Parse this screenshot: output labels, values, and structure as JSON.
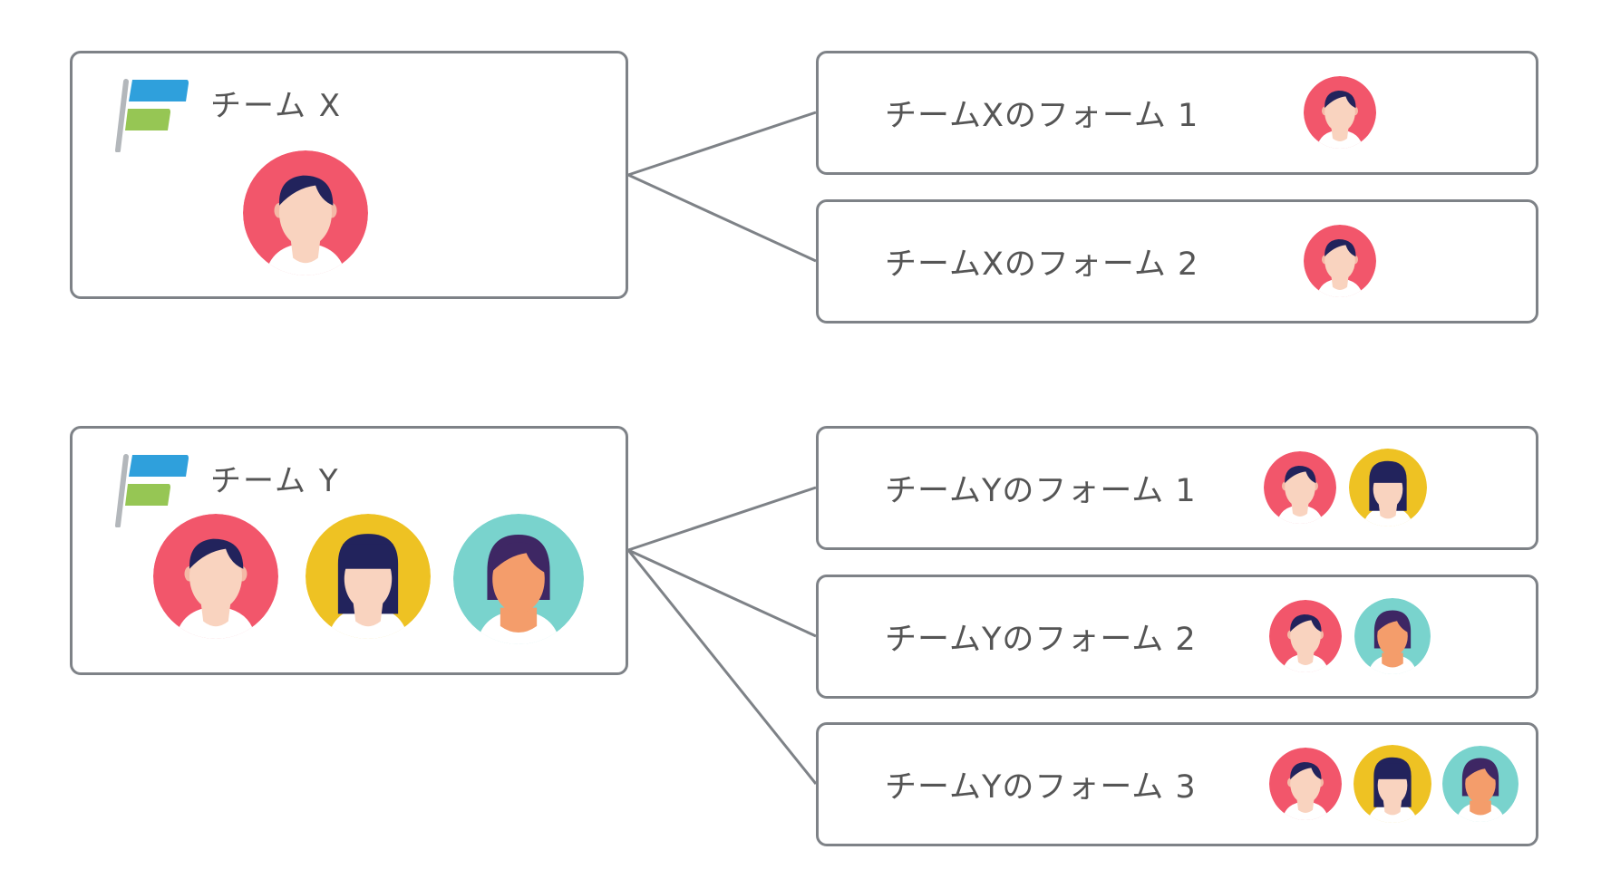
{
  "teams": [
    {
      "title": "チーム X",
      "members": [
        "male"
      ],
      "forms": [
        {
          "label": "チームXのフォーム 1",
          "members": [
            "male"
          ]
        },
        {
          "label": "チームXのフォーム 2",
          "members": [
            "male"
          ]
        }
      ]
    },
    {
      "title": "チーム Y",
      "members": [
        "male",
        "female-long",
        "female-bob"
      ],
      "forms": [
        {
          "label": "チームYのフォーム 1",
          "members": [
            "male",
            "female-long"
          ]
        },
        {
          "label": "チームYのフォーム 2",
          "members": [
            "male",
            "female-bob"
          ]
        },
        {
          "label": "チームYのフォーム 3",
          "members": [
            "male",
            "female-long",
            "female-bob"
          ]
        }
      ]
    }
  ],
  "colors": {
    "border": "#7e8287",
    "male_bg": "#f2566b",
    "female_long_bg": "#eec223",
    "female_bob_bg": "#79d3cd",
    "logo_blue": "#2fa0dc",
    "logo_green": "#96c654"
  }
}
